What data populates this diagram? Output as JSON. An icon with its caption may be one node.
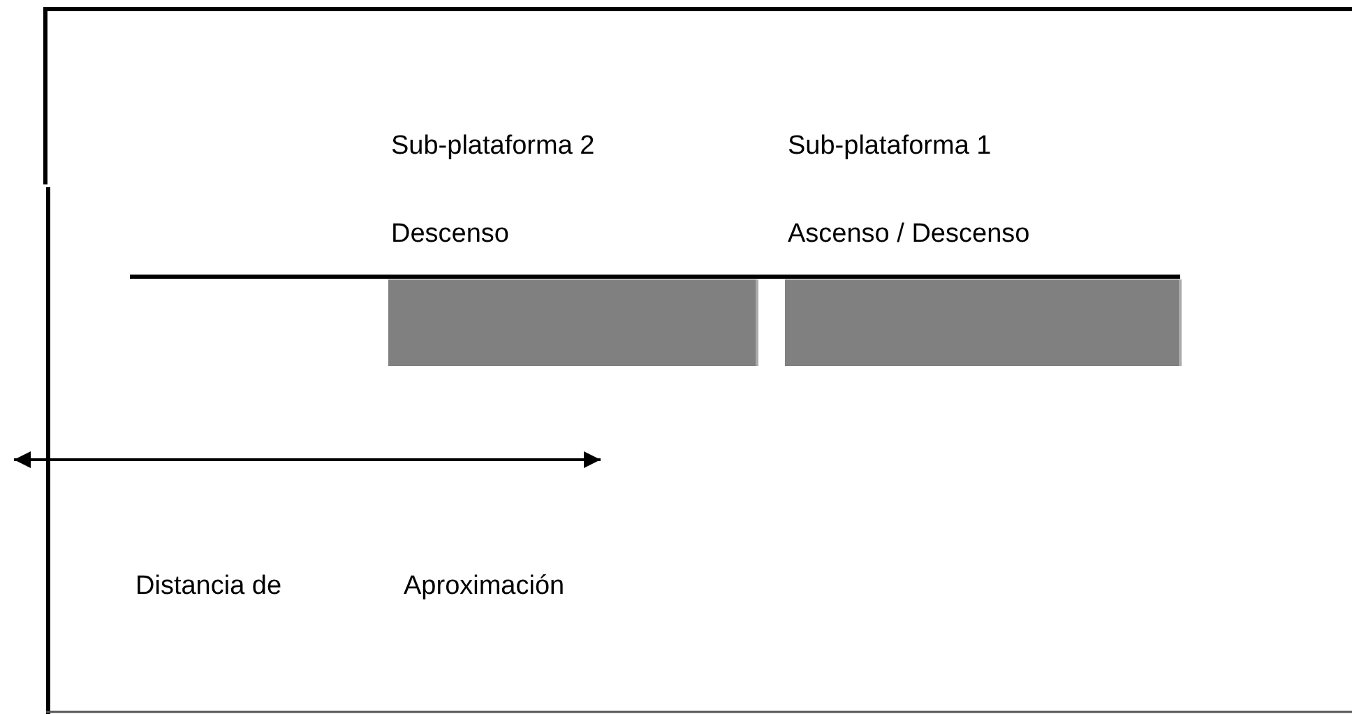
{
  "diagram": {
    "nodes": [
      {
        "text": [
          "Sub-plataforma 2",
          "Descenso"
        ]
      },
      {
        "text": [
          "Sub-plataforma 1",
          "Ascenso / Descenso"
        ]
      }
    ],
    "labels": [
      "Distancia de",
      "Aproximación"
    ]
  }
}
